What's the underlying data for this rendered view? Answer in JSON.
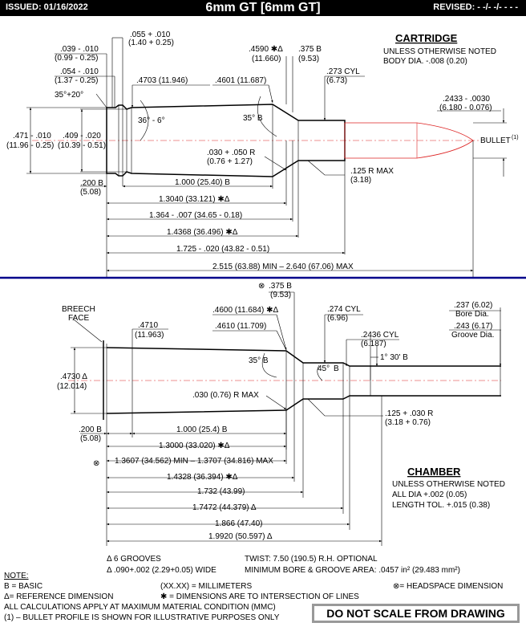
{
  "header": {
    "issued": "ISSUED:  01/16/2022",
    "title": "6mm GT [6mm GT]",
    "revised": "REVISED:  - -/- -/- - - -"
  },
  "cartridge": {
    "heading": "CARTRIDGE",
    "notes": [
      "UNLESS OTHERWISE NOTED",
      "BODY DIA. -.008 (0.20)"
    ],
    "d_039": [
      ".039 - .010",
      "(0.99 - 0.25)"
    ],
    "d_055": [
      ".055 + .010",
      "(1.40 + 0.25)"
    ],
    "d_054": [
      ".054 - .010",
      "(1.37 - 0.25)"
    ],
    "angle_35_20": "35°+20°",
    "d_4703": ".4703 (11.946)",
    "d_4601": ".4601 (11.687)",
    "d_4590": [
      ".4590 ✱Δ",
      "(11.660)"
    ],
    "d_375": [
      ".375 B",
      "(9.53)"
    ],
    "d_273": [
      ".273 CYL",
      "(6.73)"
    ],
    "d_2433": [
      ".2433 - .0030",
      "(6.180 - 0.076)"
    ],
    "bullet": "BULLET",
    "bullet_ref": "(1)",
    "angle_36": "36° - 6°",
    "angle_35b": "35° B",
    "d_471": [
      ".471 - .010",
      "(11.96 - 0.25)"
    ],
    "d_409": [
      ".409 - .020",
      "(10.39 - 0.51)"
    ],
    "d_030r": [
      ".030 + .050 R",
      "(0.76 + 1.27)"
    ],
    "d_125r": [
      ".125 R MAX",
      "(3.18)"
    ],
    "d_200": [
      ".200 B",
      "(5.08)"
    ],
    "lengths": [
      "1.000 (25.40) B",
      "1.3040 (33.121) ✱Δ",
      "1.364 - .007 (34.65 - 0.18)",
      "1.4368 (36.496) ✱Δ",
      "1.725 - .020 (43.82 - 0.51)",
      "2.515 (63.88) MIN – 2.640 (67.06) MAX"
    ]
  },
  "chamber": {
    "heading": "CHAMBER",
    "notes": [
      "UNLESS OTHERWISE NOTED",
      "ALL DIA +.002 (0.05)",
      "LENGTH TOL. +.015 (0.38)"
    ],
    "breech": [
      "BREECH",
      "FACE"
    ],
    "d_375": [
      ".375 B",
      "(9.53)"
    ],
    "d_4600": ".4600 (11.684) ✱Δ",
    "d_4610": ".4610 (11.709)",
    "d_4710": [
      ".4710",
      "(11.963)"
    ],
    "d_274": [
      ".274 CYL",
      "(6.96)"
    ],
    "d_2436": [
      ".2436 CYL",
      "(6.187)"
    ],
    "d_237": [
      ".237 (6.02)",
      "Bore Dia."
    ],
    "d_243": [
      ".243 (6.17)",
      "Groove Dia."
    ],
    "angle_130": "1° 30' B",
    "angle_35b": "35° B",
    "angle_45": "45°",
    "angle_b": "B",
    "d_4730": [
      ".4730 Δ",
      "(12.014)"
    ],
    "d_030r": ".030 (0.76) R MAX",
    "d_125r": [
      ".125 + .030 R",
      "(3.18 + 0.76)"
    ],
    "d_200": [
      ".200 B",
      "(5.08)"
    ],
    "lengths": [
      "1.000 (25.4) B",
      "1.3000 (33.020) ✱Δ",
      "1.3607 (34.562) MIN – 1.3707 (34.816) MAX",
      "1.4328 (36.394) ✱Δ",
      "1.732 (43.99)",
      "1.7472 (44.379) Δ",
      "1.866 (47.40)",
      "1.9920 (50.597) Δ"
    ]
  },
  "specs": {
    "grooves": "Δ 6 GROOVES",
    "width": "Δ .090+.002 (2.29+0.05) WIDE",
    "twist": "TWIST: 7.50 (190.5) R.H. OPTIONAL",
    "area": "MINIMUM BORE & GROOVE AREA:  .0457 in² (29.483 mm²)"
  },
  "legend": {
    "title": "NOTE:",
    "basic": "B = BASIC",
    "mm": "(XX.XX) = MILLIMETERS",
    "headspace": "⊗= HEADSPACE DIMENSION",
    "ref": "Δ= REFERENCE DIMENSION",
    "intersect": "✱ = DIMENSIONS ARE TO INTERSECTION OF LINES",
    "mmc": "ALL CALCULATIONS APPLY AT MAXIMUM MATERIAL CONDITION (MMC)",
    "bullet_note": "(1) – BULLET PROFILE IS SHOWN FOR ILLUSTRATIVE PURPOSES ONLY",
    "dns": "DO NOT SCALE FROM DRAWING"
  },
  "colors": {
    "divider": "#00008b",
    "centerline": "#dd2222",
    "bullet": "#dd2222"
  }
}
